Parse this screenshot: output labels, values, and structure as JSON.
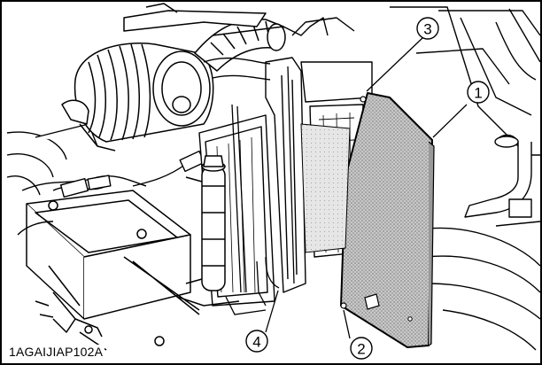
{
  "figure": {
    "caption": "1AGAIJIAP102A",
    "callouts": [
      {
        "id": "1",
        "label": "1"
      },
      {
        "id": "2",
        "label": "2"
      },
      {
        "id": "3",
        "label": "3"
      },
      {
        "id": "4",
        "label": "4"
      }
    ]
  }
}
